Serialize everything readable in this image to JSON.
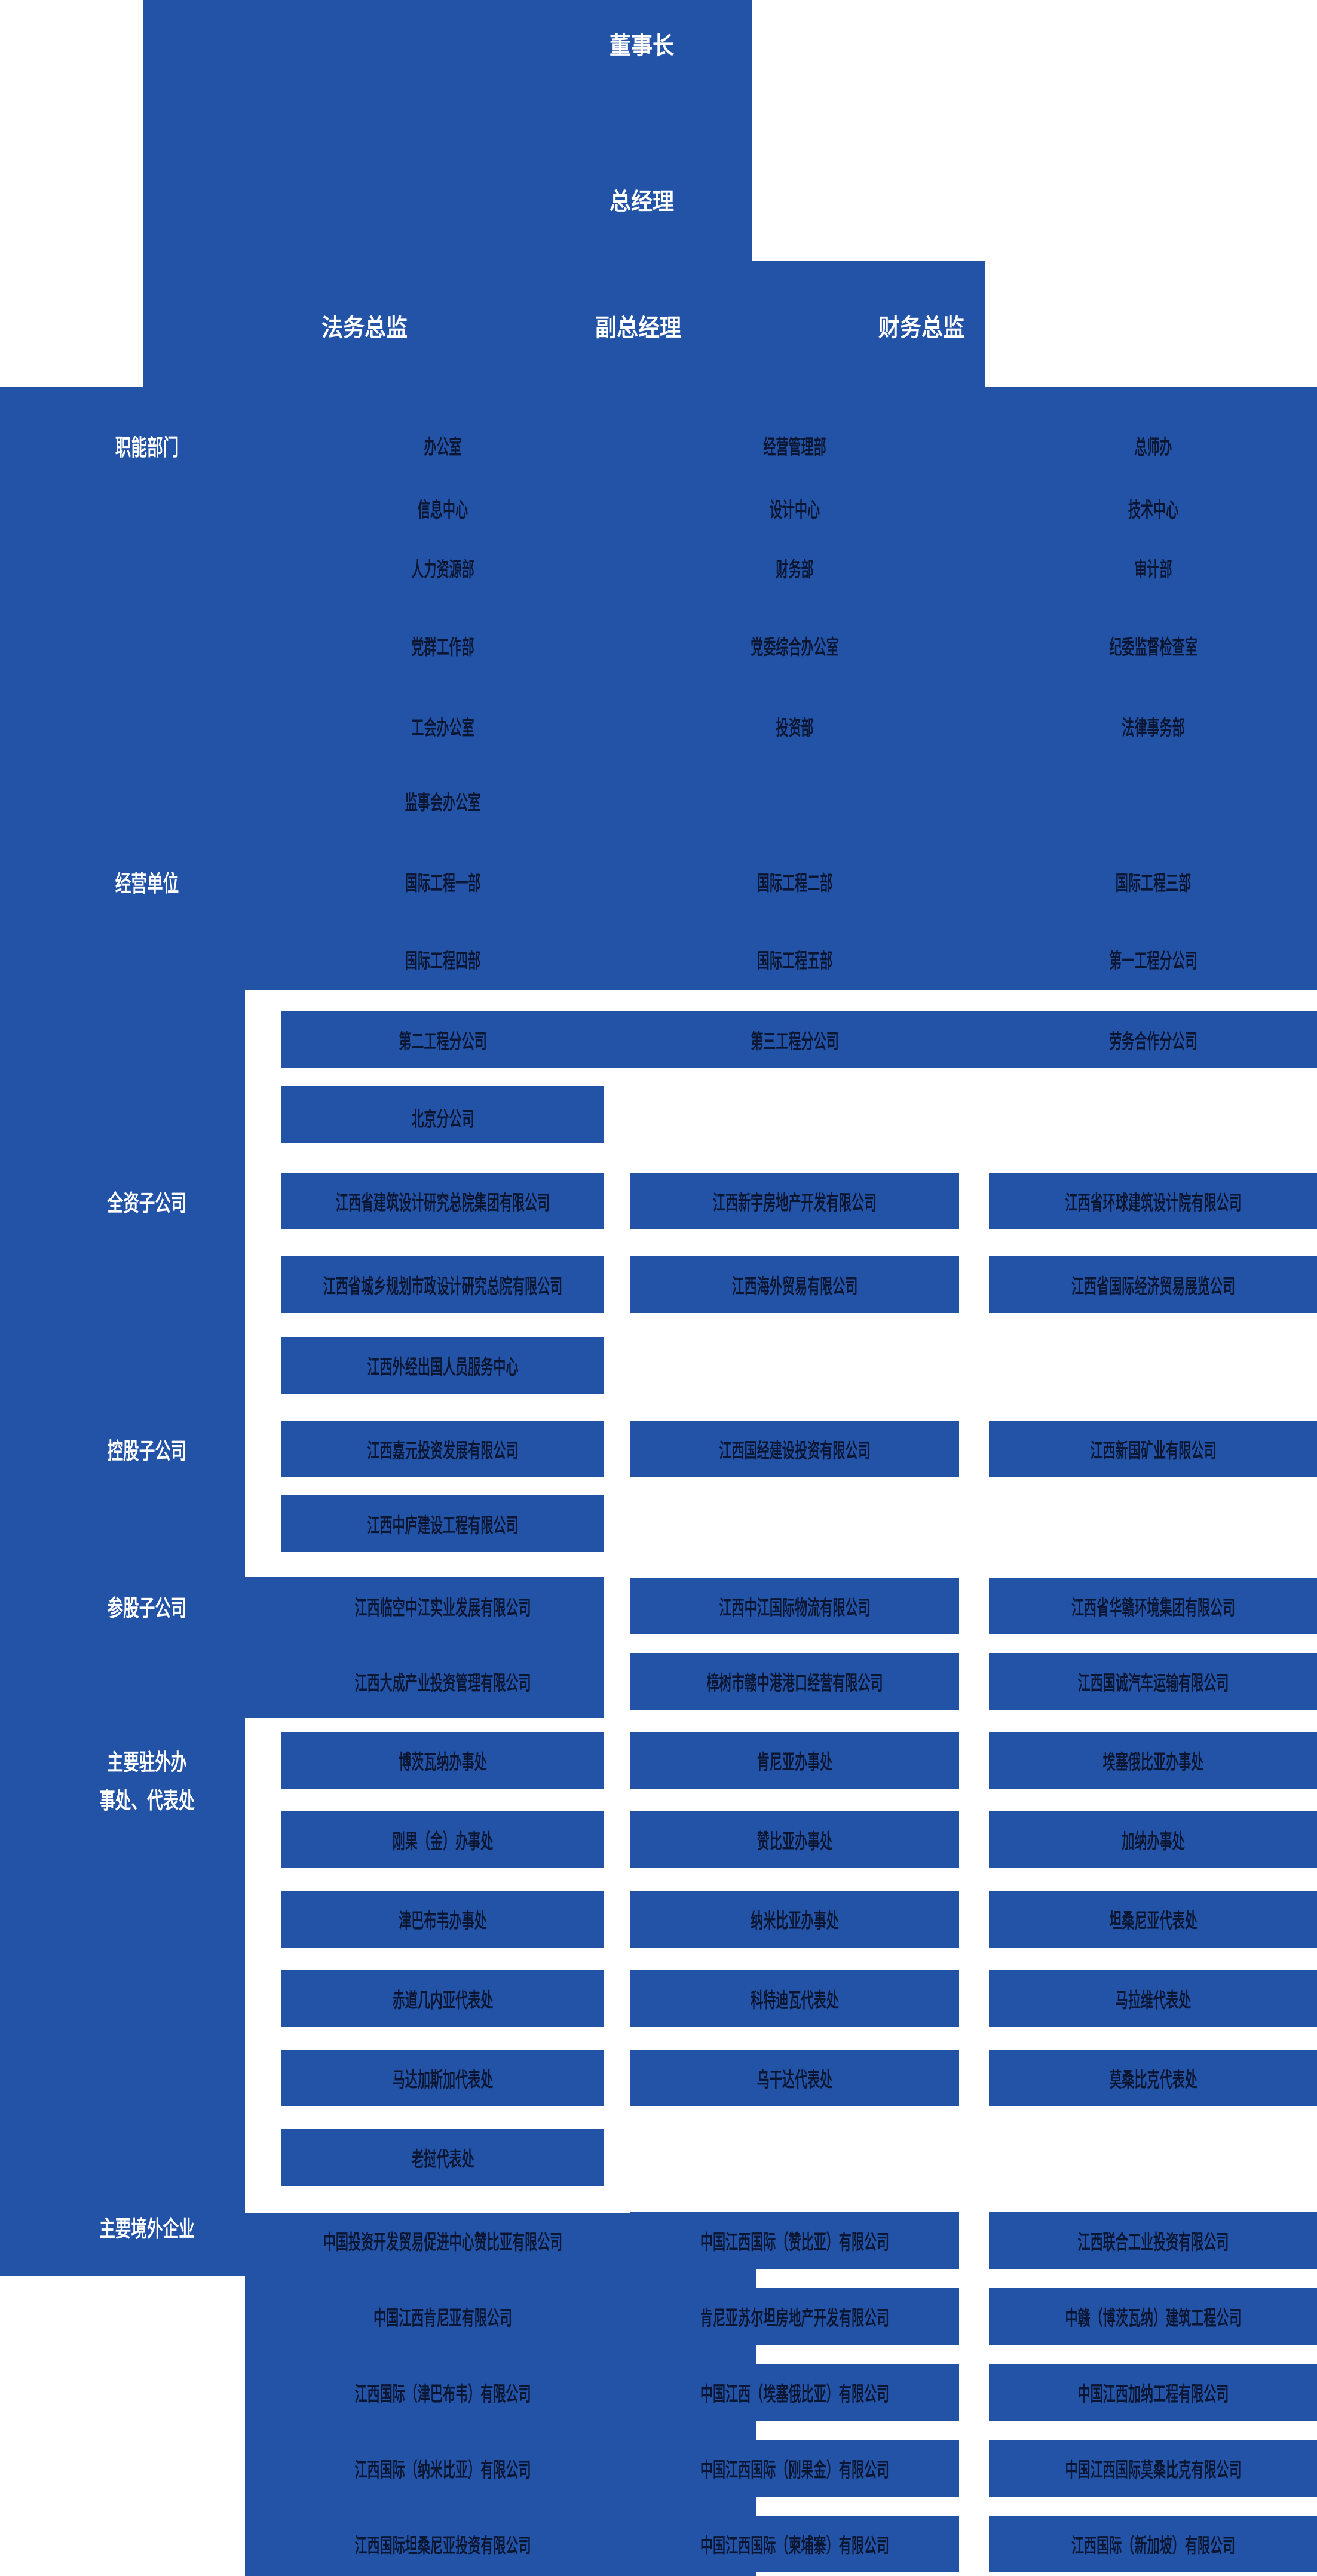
{
  "colors": {
    "blue": "#2353a7",
    "box_text": "#0b1632",
    "label_text": "#ffffff"
  },
  "top": {
    "chairman": "董事长",
    "general_manager": "总经理",
    "directors": [
      "法务总监",
      "副总经理",
      "财务总监"
    ]
  },
  "sections": [
    {
      "label_lines": [
        "职能部门"
      ],
      "rows": [
        [
          "办公室",
          "经营管理部",
          "总师办"
        ],
        [
          "信息中心",
          "设计中心",
          "技术中心"
        ],
        [
          "人力资源部",
          "财务部",
          "审计部"
        ],
        [
          "党群工作部",
          "党委综合办公室",
          "纪委监督检查室"
        ],
        [
          "工会办公室",
          "投资部",
          "法律事务部"
        ],
        [
          "监事会办公室",
          null,
          null
        ]
      ]
    },
    {
      "label_lines": [
        "经营单位"
      ],
      "rows": [
        [
          "国际工程一部",
          "国际工程二部",
          "国际工程三部"
        ],
        [
          "国际工程四部",
          "国际工程五部",
          "第一工程分公司"
        ],
        [
          "第二工程分公司",
          "第三工程分公司",
          "劳务合作分公司"
        ],
        [
          "北京分公司",
          null,
          null
        ]
      ]
    },
    {
      "label_lines": [
        "全资子公司"
      ],
      "rows": [
        [
          "江西省建筑设计研究总院集团有限公司",
          "江西新宇房地产开发有限公司",
          "江西省环球建筑设计院有限公司"
        ],
        [
          "江西省城乡规划市政设计研究总院有限公司",
          "江西海外贸易有限公司",
          "江西省国际经济贸易展览公司"
        ],
        [
          "江西外经出国人员服务中心",
          null,
          null
        ]
      ]
    },
    {
      "label_lines": [
        "控股子公司"
      ],
      "rows": [
        [
          "江西嘉元投资发展有限公司",
          "江西国经建设投资有限公司",
          "江西新国矿业有限公司"
        ],
        [
          "江西中庐建设工程有限公司",
          null,
          null
        ]
      ]
    },
    {
      "label_lines": [
        "参股子公司"
      ],
      "rows": [
        [
          "江西临空中江实业发展有限公司",
          "江西中江国际物流有限公司",
          "江西省华赣环境集团有限公司"
        ],
        [
          "江西大成产业投资管理有限公司",
          "樟树市赣中港港口经营有限公司",
          "江西国诚汽车运输有限公司"
        ]
      ]
    },
    {
      "label_lines": [
        "主要驻外办",
        "事处、代表处"
      ],
      "rows": [
        [
          "博茨瓦纳办事处",
          "肯尼亚办事处",
          "埃塞俄比亚办事处"
        ],
        [
          "刚果（金）办事处",
          "赞比亚办事处",
          "加纳办事处"
        ],
        [
          "津巴布韦办事处",
          "纳米比亚办事处",
          "坦桑尼亚代表处"
        ],
        [
          "赤道几内亚代表处",
          "科特迪瓦代表处",
          "马拉维代表处"
        ],
        [
          "马达加斯加代表处",
          "乌干达代表处",
          "莫桑比克代表处"
        ],
        [
          "老挝代表处",
          null,
          null
        ]
      ]
    },
    {
      "label_lines": [
        "主要境外企业"
      ],
      "rows": [
        [
          "中国投资开发贸易促进中心赞比亚有限公司",
          "中国江西国际（赞比亚）有限公司",
          "江西联合工业投资有限公司"
        ],
        [
          "中国江西肯尼亚有限公司",
          "肯尼亚苏尔坦房地产开发有限公司",
          "中赣（博茨瓦纳）建筑工程公司"
        ],
        [
          "江西国际（津巴布韦）有限公司",
          "中国江西（埃塞俄比亚）有限公司",
          "中国江西加纳工程有限公司"
        ],
        [
          "江西国际（纳米比亚）有限公司",
          "中国江西国际（刚果金）有限公司",
          "中国江西国际莫桑比克有限公司"
        ],
        [
          "江西国际坦桑尼亚投资有限公司",
          "中国江西国际（柬埔寨）有限公司",
          "江西国际（新加坡）有限公司"
        ]
      ]
    }
  ]
}
